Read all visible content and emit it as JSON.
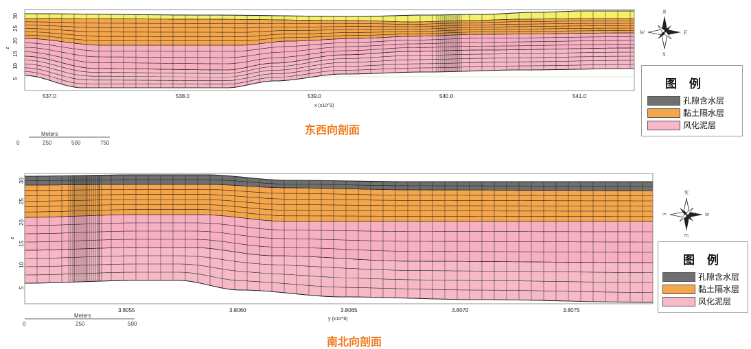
{
  "colors": {
    "aquifer": "#6f6f6f",
    "clay": "#f5a54a",
    "weathered": "#f7b9c8",
    "top_strip": "#f3f06a",
    "title_orange": "#f07a1a",
    "grid_line": "#1e1e1e"
  },
  "legend": {
    "title": "图 例",
    "items": [
      {
        "label": "孔隙含水层",
        "color": "#6f6f6f"
      },
      {
        "label": "黏土隔水层",
        "color": "#f5a54a"
      },
      {
        "label": "风化泥层",
        "color": "#f7b9c8"
      }
    ]
  },
  "sections": [
    {
      "title": "东西向剖面",
      "x_axis_title": "x (x10^3)",
      "z_axis_title": "z",
      "x_ticks": [
        "537.0",
        "538.0",
        "539.0",
        "540.0",
        "541.0"
      ],
      "z_ticks": [
        "30",
        "25",
        "20",
        "15",
        "10",
        "5"
      ],
      "scale_bar": {
        "title": "Meters",
        "labels": [
          "0",
          "250",
          "500",
          "750"
        ]
      },
      "compass": {
        "n": "N",
        "s": "S",
        "e": "E",
        "w": "W",
        "icon": "compass-rose-icon"
      }
    },
    {
      "title": "南北向剖面",
      "x_axis_title": "y (x10^6)",
      "z_axis_title": "z",
      "x_ticks": [
        "3.8055",
        "3.8060",
        "3.8065",
        "3.8070",
        "3.8075"
      ],
      "z_ticks": [
        "30",
        "25",
        "20",
        "15",
        "10",
        "5"
      ],
      "scale_bar": {
        "title": "Meters",
        "labels": [
          "0",
          "250",
          "500"
        ]
      },
      "compass": {
        "n": "N",
        "s": "S",
        "e": "E",
        "w": "W",
        "icon": "compass-rose-icon"
      }
    }
  ]
}
